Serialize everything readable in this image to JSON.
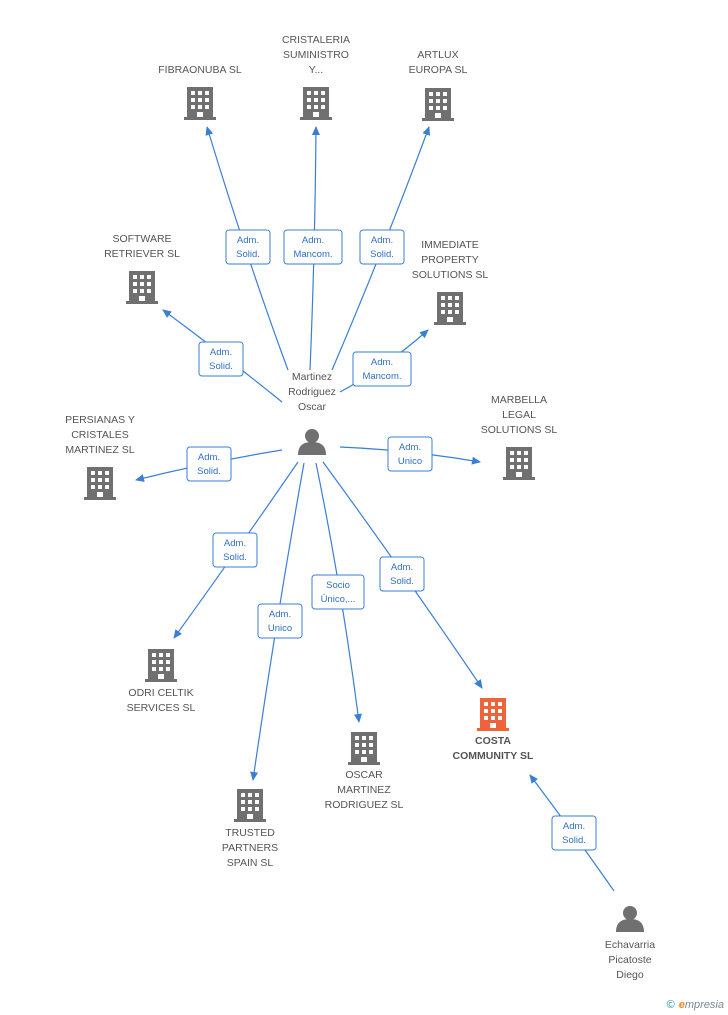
{
  "colors": {
    "edge": "#3a7fd5",
    "company": "#707070",
    "focus_company": "#f0633a",
    "person": "#707070",
    "label_box_border": "#3a7fd5"
  },
  "nodes": [
    {
      "id": "center",
      "type": "person",
      "label_lines": [
        "Martinez",
        "Rodriguez",
        "Oscar"
      ]
    },
    {
      "id": "fibraonuba",
      "type": "company",
      "label_lines": [
        "FIBRAONUBA SL"
      ]
    },
    {
      "id": "cristaleria",
      "type": "company",
      "label_lines": [
        "CRISTALERIA",
        "SUMINISTRO",
        "Y..."
      ]
    },
    {
      "id": "artlux",
      "type": "company",
      "label_lines": [
        "ARTLUX",
        "EUROPA SL"
      ]
    },
    {
      "id": "software",
      "type": "company",
      "label_lines": [
        "SOFTWARE",
        "RETRIEVER  SL"
      ]
    },
    {
      "id": "immediate",
      "type": "company",
      "label_lines": [
        "IMMEDIATE",
        "PROPERTY",
        "SOLUTIONS SL"
      ]
    },
    {
      "id": "persianas",
      "type": "company",
      "label_lines": [
        "PERSIANAS Y",
        "CRISTALES",
        "MARTINEZ  SL"
      ]
    },
    {
      "id": "marbella",
      "type": "company",
      "label_lines": [
        "MARBELLA",
        "LEGAL",
        "SOLUTIONS  SL"
      ]
    },
    {
      "id": "odri",
      "type": "company",
      "label_lines": [
        "ODRI CELTIK",
        "SERVICES  SL"
      ]
    },
    {
      "id": "trusted",
      "type": "company",
      "label_lines": [
        "TRUSTED",
        "PARTNERS",
        "SPAIN  SL"
      ]
    },
    {
      "id": "oscar",
      "type": "company",
      "label_lines": [
        "OSCAR",
        "MARTINEZ",
        "RODRIGUEZ SL"
      ]
    },
    {
      "id": "costa",
      "type": "focus_company",
      "label_lines": [
        "COSTA",
        "COMMUNITY SL"
      ]
    },
    {
      "id": "echavarria",
      "type": "person",
      "label_lines": [
        "Echavarria",
        "Picatoste",
        "Diego"
      ]
    }
  ],
  "edges": [
    {
      "from": "center",
      "to": "fibraonuba",
      "label_lines": [
        "Adm.",
        "Solid."
      ]
    },
    {
      "from": "center",
      "to": "cristaleria",
      "label_lines": [
        "Adm.",
        "Mancom."
      ]
    },
    {
      "from": "center",
      "to": "artlux",
      "label_lines": [
        "Adm.",
        "Solid."
      ]
    },
    {
      "from": "center",
      "to": "software",
      "label_lines": [
        "Adm.",
        "Solid."
      ]
    },
    {
      "from": "center",
      "to": "immediate",
      "label_lines": [
        "Adm.",
        "Mancom."
      ]
    },
    {
      "from": "center",
      "to": "persianas",
      "label_lines": [
        "Adm.",
        "Solid."
      ]
    },
    {
      "from": "center",
      "to": "marbella",
      "label_lines": [
        "Adm.",
        "Unico"
      ]
    },
    {
      "from": "center",
      "to": "odri",
      "label_lines": [
        "Adm.",
        "Solid."
      ]
    },
    {
      "from": "center",
      "to": "trusted",
      "label_lines": [
        "Adm.",
        "Unico"
      ]
    },
    {
      "from": "center",
      "to": "oscar",
      "label_lines": [
        "Socio",
        "Único,..."
      ]
    },
    {
      "from": "center",
      "to": "costa",
      "label_lines": [
        "Adm.",
        "Solid."
      ]
    },
    {
      "from": "echavarria",
      "to": "costa",
      "label_lines": [
        "Adm.",
        "Solid."
      ]
    }
  ],
  "footer": {
    "copyright": "©",
    "brand_initial": "e",
    "brand_rest": "mpresia"
  }
}
